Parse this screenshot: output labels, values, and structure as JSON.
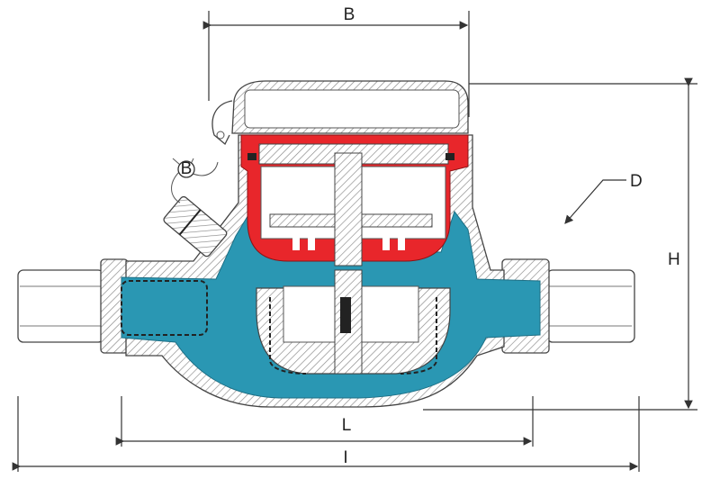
{
  "labels": {
    "width_top": "B",
    "component": "D",
    "height": "H",
    "length_body": "L",
    "length_total": "I",
    "seal": "B"
  },
  "colors": {
    "water": "#2a97b3",
    "register": "#e8262b",
    "hatch": "#888888"
  }
}
